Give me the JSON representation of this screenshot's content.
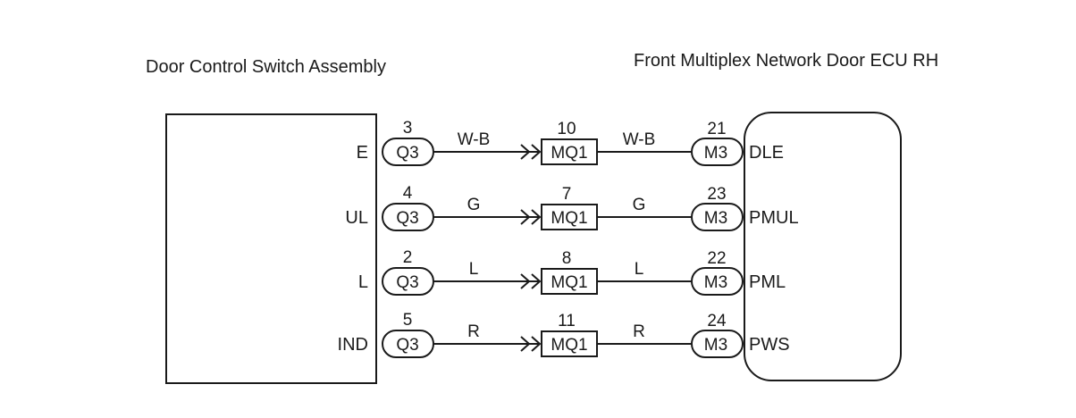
{
  "left_component": {
    "title": "Door Control Switch Assembly"
  },
  "right_component": {
    "title": "Front Multiplex Network Door ECU RH"
  },
  "circuits": [
    {
      "left_pin": "E",
      "left_num": "3",
      "left_conn": "Q3",
      "wire_left": "W-B",
      "mid_num": "10",
      "mid_conn": "MQ1",
      "wire_right": "W-B",
      "right_num": "21",
      "right_conn": "M3",
      "right_pin": "DLE"
    },
    {
      "left_pin": "UL",
      "left_num": "4",
      "left_conn": "Q3",
      "wire_left": "G",
      "mid_num": "7",
      "mid_conn": "MQ1",
      "wire_right": "G",
      "right_num": "23",
      "right_conn": "M3",
      "right_pin": "PMUL"
    },
    {
      "left_pin": "L",
      "left_num": "2",
      "left_conn": "Q3",
      "wire_left": "L",
      "mid_num": "8",
      "mid_conn": "MQ1",
      "wire_right": "L",
      "right_num": "22",
      "right_conn": "M3",
      "right_pin": "PML"
    },
    {
      "left_pin": "IND",
      "left_num": "5",
      "left_conn": "Q3",
      "wire_left": "R",
      "mid_num": "11",
      "mid_conn": "MQ1",
      "wire_right": "R",
      "right_num": "24",
      "right_conn": "M3",
      "right_pin": "PWS"
    }
  ]
}
